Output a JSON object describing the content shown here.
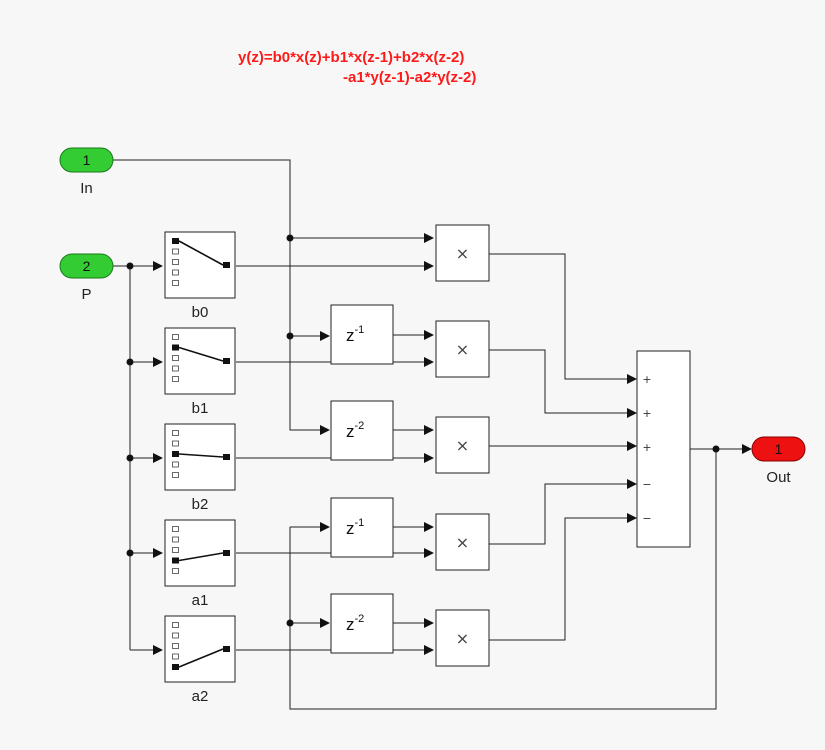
{
  "equation": {
    "line1": "y(z)=b0*x(z)+b1*x(z-1)+b2*x(z-2)",
    "line2": "-a1*y(z-1)-a2*y(z-2)"
  },
  "inports": [
    {
      "number": "1",
      "label": "In",
      "color": "#33cc33"
    },
    {
      "number": "2",
      "label": "P",
      "color": "#33cc33"
    }
  ],
  "outport": {
    "number": "1",
    "label": "Out",
    "color": "#ee1111"
  },
  "selectors": [
    {
      "label": "b0",
      "selected_index": 0
    },
    {
      "label": "b1",
      "selected_index": 1
    },
    {
      "label": "b2",
      "selected_index": 2
    },
    {
      "label": "a1",
      "selected_index": 3
    },
    {
      "label": "a2",
      "selected_index": 4
    }
  ],
  "delays": [
    {
      "base": "z",
      "exponent": "-1"
    },
    {
      "base": "z",
      "exponent": "-2"
    },
    {
      "base": "z",
      "exponent": "-1"
    },
    {
      "base": "z",
      "exponent": "-2"
    }
  ],
  "products": [
    "×",
    "×",
    "×",
    "×",
    "×"
  ],
  "sum_signs": [
    "+",
    "+",
    "+",
    "−",
    "−"
  ]
}
